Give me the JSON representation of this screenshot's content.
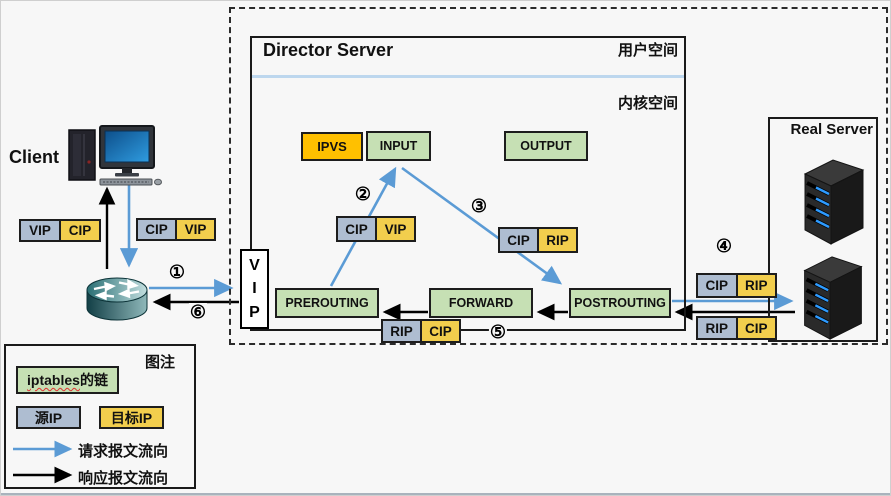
{
  "client": {
    "label": "Client"
  },
  "director": {
    "title": "Director Server",
    "user_space": "用户空间",
    "kernel_space": "内核空间",
    "ipvs": "IPVS",
    "input": "INPUT",
    "output": "OUTPUT",
    "prerouting": "PREROUTING",
    "forward": "FORWARD",
    "postrouting": "POSTROUTING",
    "vip_letters": [
      "V",
      "I",
      "P"
    ]
  },
  "real_server": {
    "title": "Real Server"
  },
  "packets": [
    {
      "src": "VIP",
      "dst": "CIP"
    },
    {
      "src": "CIP",
      "dst": "VIP"
    },
    {
      "src": "CIP",
      "dst": "VIP"
    },
    {
      "src": "CIP",
      "dst": "RIP"
    },
    {
      "src": "RIP",
      "dst": "CIP"
    },
    {
      "src": "CIP",
      "dst": "RIP"
    },
    {
      "src": "RIP",
      "dst": "CIP"
    }
  ],
  "steps": [
    "①",
    "②",
    "③",
    "④",
    "⑤",
    "⑥"
  ],
  "legend": {
    "title": "图注",
    "chain_label_en": "iptables",
    "chain_label_zh": "的链",
    "source_ip": "源IP",
    "dest_ip": "目标IP",
    "request_flow": "请求报文流向",
    "response_flow": "响应报文流向"
  },
  "colors": {
    "chain_green": "#c6e0b4",
    "ipvs_orange": "#ffc000",
    "source_gray": "#aebdd1",
    "dest_yellow": "#f2ce4d",
    "request_blue": "#5b9bd5",
    "response_black": "#000000",
    "divider_blue": "#bdd7ee"
  }
}
